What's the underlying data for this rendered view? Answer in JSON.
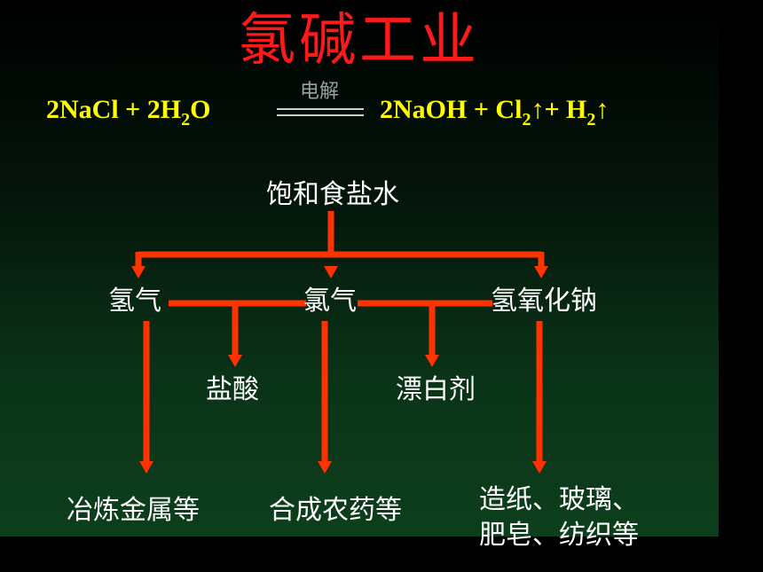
{
  "slide": {
    "title": "氯碱工业",
    "equation": {
      "left": {
        "t1": "2NaCl + 2H",
        "s1": "2",
        "t2": "O"
      },
      "condition": "电解",
      "right": {
        "t1": "2NaOH + Cl",
        "s1": "2",
        "t2": "↑+ H",
        "s2": "2",
        "t3": "↑"
      }
    },
    "flow": {
      "source": "饱和食盐水",
      "products": [
        "氢气",
        "氯气",
        "氢氧化钠"
      ],
      "intermediates": [
        "盐酸",
        "漂白剂"
      ],
      "uses": [
        "冶炼金属等",
        "合成农药等",
        "造纸、玻璃、",
        "肥皂、纺织等"
      ]
    }
  },
  "colors": {
    "title": "#ff1a1a",
    "equation": "#ffff00",
    "arrows": "#ff3300",
    "labels": "#ffffff",
    "background_top": "#000000",
    "background_bottom": "#0d3f1c"
  }
}
